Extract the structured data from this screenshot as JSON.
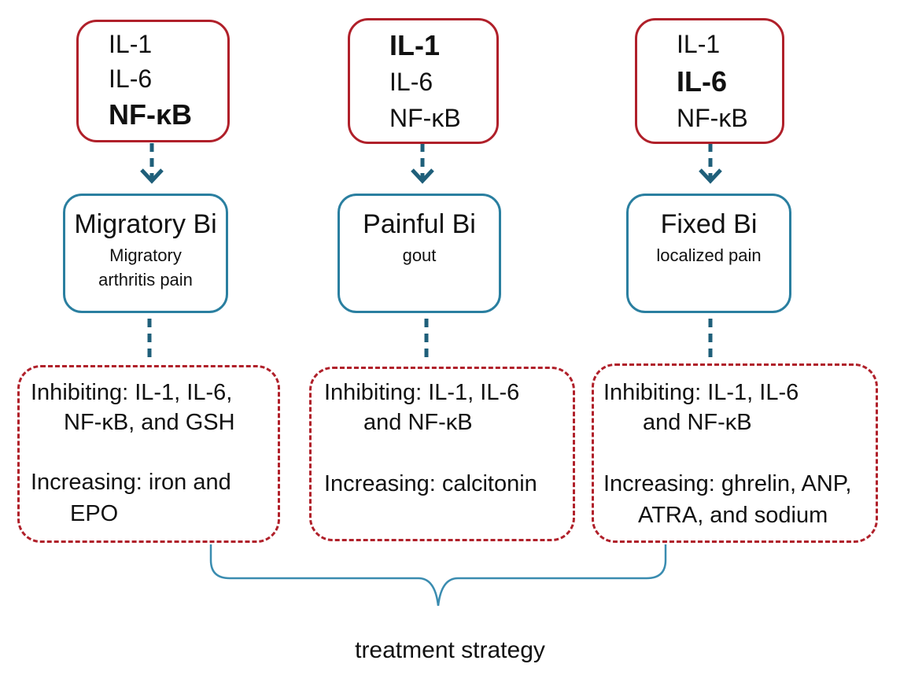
{
  "colors": {
    "marker_border": "#b0202a",
    "category_border": "#2a7fa0",
    "connector": "#1f5f7a"
  },
  "columns": [
    {
      "markers": [
        {
          "text": "IL-1",
          "bold": false
        },
        {
          "text": "IL-6",
          "bold": false
        },
        {
          "text": "NF-κB",
          "bold": true
        }
      ],
      "category": {
        "title": "Migratory Bi",
        "subtitle_line1": "Migratory",
        "subtitle_line2": "arthritis pain"
      },
      "strategy": {
        "inhibit_line1": "Inhibiting: IL-1, IL-6,",
        "inhibit_line2": "NF-κB, and GSH",
        "increase_line1": "Increasing: iron and",
        "increase_line2": "EPO"
      }
    },
    {
      "markers": [
        {
          "text": "IL-1",
          "bold": true
        },
        {
          "text": "IL-6",
          "bold": false
        },
        {
          "text": "NF-κB",
          "bold": false
        }
      ],
      "category": {
        "title": "Painful Bi",
        "subtitle_line1": "gout",
        "subtitle_line2": ""
      },
      "strategy": {
        "inhibit_line1": "Inhibiting: IL-1, IL-6",
        "inhibit_line2": "and NF-κB",
        "increase_line1": "Increasing: calcitonin",
        "increase_line2": ""
      }
    },
    {
      "markers": [
        {
          "text": "IL-1",
          "bold": false
        },
        {
          "text": "IL-6",
          "bold": true
        },
        {
          "text": "NF-κB",
          "bold": false
        }
      ],
      "category": {
        "title": "Fixed Bi",
        "subtitle_line1": "localized pain",
        "subtitle_line2": ""
      },
      "strategy": {
        "inhibit_line1": "Inhibiting: IL-1, IL-6",
        "inhibit_line2": "and NF-κB",
        "increase_line1": "Increasing: ghrelin, ANP,",
        "increase_line2": "ATRA, and sodium"
      }
    }
  ],
  "footer": {
    "label": "treatment strategy"
  }
}
